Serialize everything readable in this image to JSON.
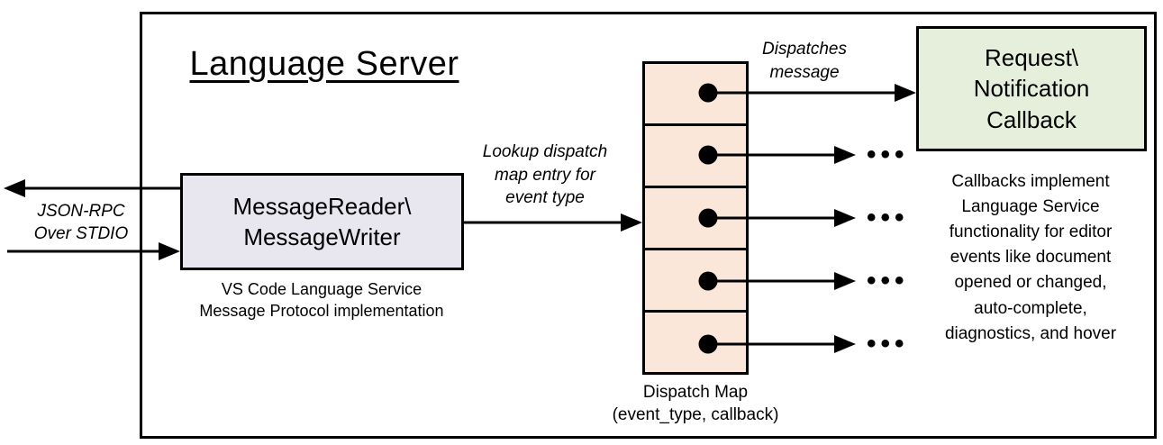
{
  "diagram": {
    "title": "Language Server",
    "reader_box": {
      "label": "MessageReader\\\nMessageWriter",
      "caption": "VS Code Language Service\nMessage Protocol implementation"
    },
    "callback_box": {
      "label": "Request\\\nNotification\nCallback"
    },
    "labels": {
      "json_rpc": "JSON-RPC\nOver STDIO",
      "lookup": "Lookup dispatch\nmap entry for\nevent type",
      "dispatches": "Dispatches\nmessage"
    },
    "dispatch_map": {
      "caption": "Dispatch Map\n(event_type, callback)",
      "row_count": 5
    },
    "callbacks_note": "Callbacks implement\nLanguage Service\nfunctionality for editor\nevents like document\nopened or changed,\nauto-complete,\ndiagnostics, and hover",
    "ellipsis": "•••",
    "colors": {
      "reader_fill": "#E8E6EE",
      "map_fill": "#FBE7DA",
      "callback_fill": "#E6EFDC",
      "line": "#000000"
    }
  }
}
